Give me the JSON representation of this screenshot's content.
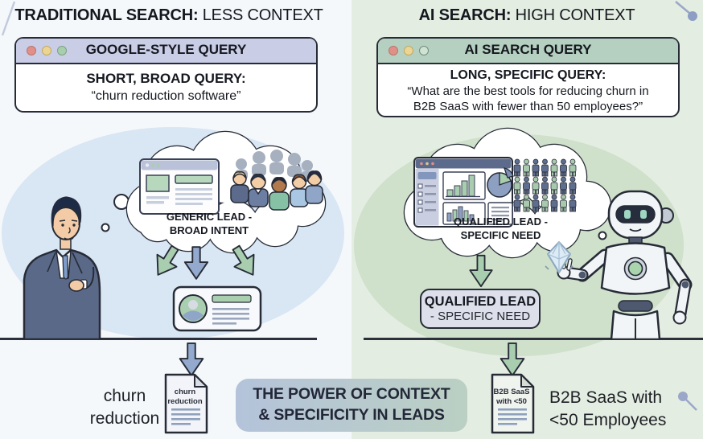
{
  "left": {
    "heading_bold": "TRADITIONAL SEARCH:",
    "heading_rest": " LESS CONTEXT",
    "window_title": "GOOGLE-STYLE QUERY",
    "query_label": "SHORT, BROAD QUERY:",
    "query_text": "“churn reduction software”",
    "cloud_line1": "GENERIC LEAD -",
    "cloud_line2": "BROAD INTENT",
    "result_line1": "churn",
    "result_line2": "reduction",
    "doc_line1": "churn",
    "doc_line2": "reduction"
  },
  "right": {
    "heading_bold": "AI SEARCH:",
    "heading_rest": " HIGH CONTEXT",
    "window_title": "AI SEARCH QUERY",
    "query_label": "LONG, SPECIFIC QUERY:",
    "query_line1": "“What are the best tools for reducing churn in",
    "query_line2": "B2B SaaS with fewer than 50 employees?”",
    "cloud_line1": "QUALIFIED LEAD -",
    "cloud_line2": "SPECIFIC NEED",
    "lead_line1": "QUALIFIED LEAD",
    "lead_line2": "- SPECIFIC NEED",
    "doc_line1": "B2B SaaS",
    "doc_line2": "with <50",
    "result_line1": "B2B SaaS with",
    "result_line2": "<50 Employees"
  },
  "banner": {
    "line1": "THE POWER OF CONTEXT",
    "line2": "& SPECIFICITY IN LEADS"
  },
  "colors": {
    "left_titlebar": "#c9cde6",
    "right_titlebar": "#b5cfc0",
    "left_blob": "#d9e6f4",
    "right_blob": "#cfe0cb",
    "arrow_green": "#a9cdaf",
    "arrow_blue": "#93a9cd",
    "banner_blue": "#b4c3da",
    "banner_green": "#bbd0c3",
    "outline_dark": "#262b36"
  }
}
